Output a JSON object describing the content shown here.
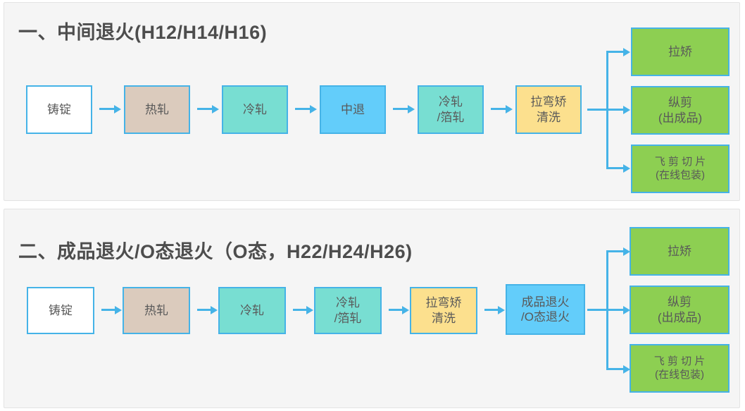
{
  "page": {
    "background": "#ffffff",
    "panel_background": "#f5f5f5",
    "accent_color": "#45B3E7",
    "text_color": "#595959",
    "title_color": "#4d4d4d"
  },
  "panels": [
    {
      "id": "intermediate-annealing",
      "title": "一、中间退火(H12/H14/H16)",
      "nodes": [
        {
          "label": "铸锭",
          "fill": "#ffffff"
        },
        {
          "label": "热轧",
          "fill": "#dbcbbd"
        },
        {
          "label": "冷轧",
          "fill": "#78ded2"
        },
        {
          "label": "中退",
          "fill": "#63cdfa"
        },
        {
          "label": "冷轧\n/箔轧",
          "fill": "#78ded2"
        },
        {
          "label": "拉弯矫\n清洗",
          "fill": "#fce08e"
        }
      ],
      "outputs": [
        {
          "label": "拉矫",
          "fill": "#8dcf52"
        },
        {
          "label": "纵剪\n(出成品)",
          "fill": "#8dcf52"
        },
        {
          "label": "飞 剪 切 片\n(在线包装)",
          "fill": "#8dcf52"
        }
      ]
    },
    {
      "id": "final-o-temper-annealing",
      "title": "二、成品退火/O态退火（O态，H22/H24/H26)",
      "nodes": [
        {
          "label": "铸锭",
          "fill": "#ffffff"
        },
        {
          "label": "热轧",
          "fill": "#dbcbbd"
        },
        {
          "label": "冷轧",
          "fill": "#78ded2"
        },
        {
          "label": "冷轧\n/箔轧",
          "fill": "#78ded2"
        },
        {
          "label": "拉弯矫\n清洗",
          "fill": "#fce08e"
        },
        {
          "label": "成品退火\n/O态退火",
          "fill": "#63cdfa"
        }
      ],
      "outputs": [
        {
          "label": "拉矫",
          "fill": "#8dcf52"
        },
        {
          "label": "纵剪\n(出成品)",
          "fill": "#8dcf52"
        },
        {
          "label": "飞 剪 切 片\n(在线包装)",
          "fill": "#8dcf52"
        }
      ]
    }
  ]
}
